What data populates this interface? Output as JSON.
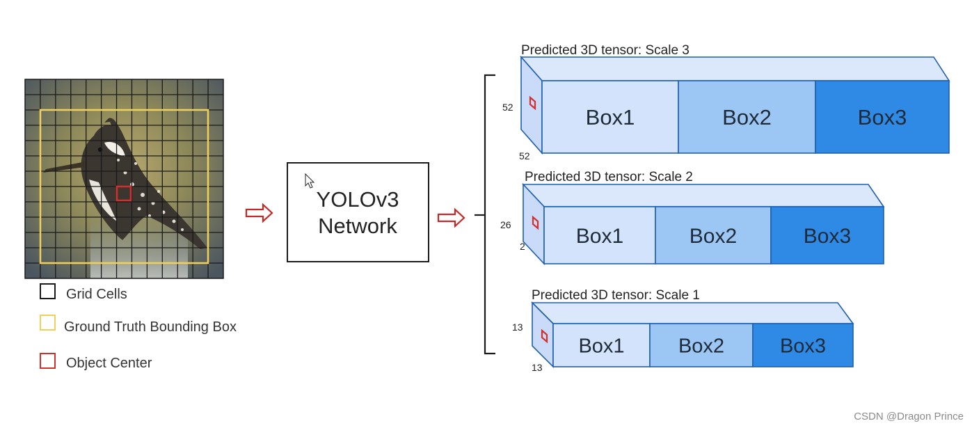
{
  "legend": {
    "grid_cells": "Grid Cells",
    "ground_truth_box": "Ground Truth Bounding Box",
    "object_center": "Object Center"
  },
  "network": {
    "line1": "YOLOv3",
    "line2": "Network"
  },
  "tensors": [
    {
      "title": "Predicted 3D tensor: Scale 3",
      "dim_side": "52",
      "dim_bottom": "52",
      "boxes": [
        "Box1",
        "Box2",
        "Box3"
      ]
    },
    {
      "title": "Predicted 3D tensor: Scale 2",
      "dim_side": "26",
      "dim_bottom": "2",
      "boxes": [
        "Box1",
        "Box2",
        "Box3"
      ]
    },
    {
      "title": "Predicted 3D tensor: Scale 1",
      "dim_side": "13",
      "dim_bottom": "13",
      "boxes": [
        "Box1",
        "Box2",
        "Box3"
      ]
    }
  ],
  "watermark": "CSDN @Dragon Prince",
  "colors": {
    "grid_line": "#1a1a1a",
    "ground_truth": "#f0cf5a",
    "object_center": "#d32f2f",
    "arrow": "#c62828",
    "box1": "#d3e3fb",
    "box2": "#9cc7f5",
    "box3": "#2f8ae6",
    "box_border": "#1f5fb0",
    "tensor_top": "#dbe7fb",
    "tensor_side": "#c9dbf8"
  }
}
